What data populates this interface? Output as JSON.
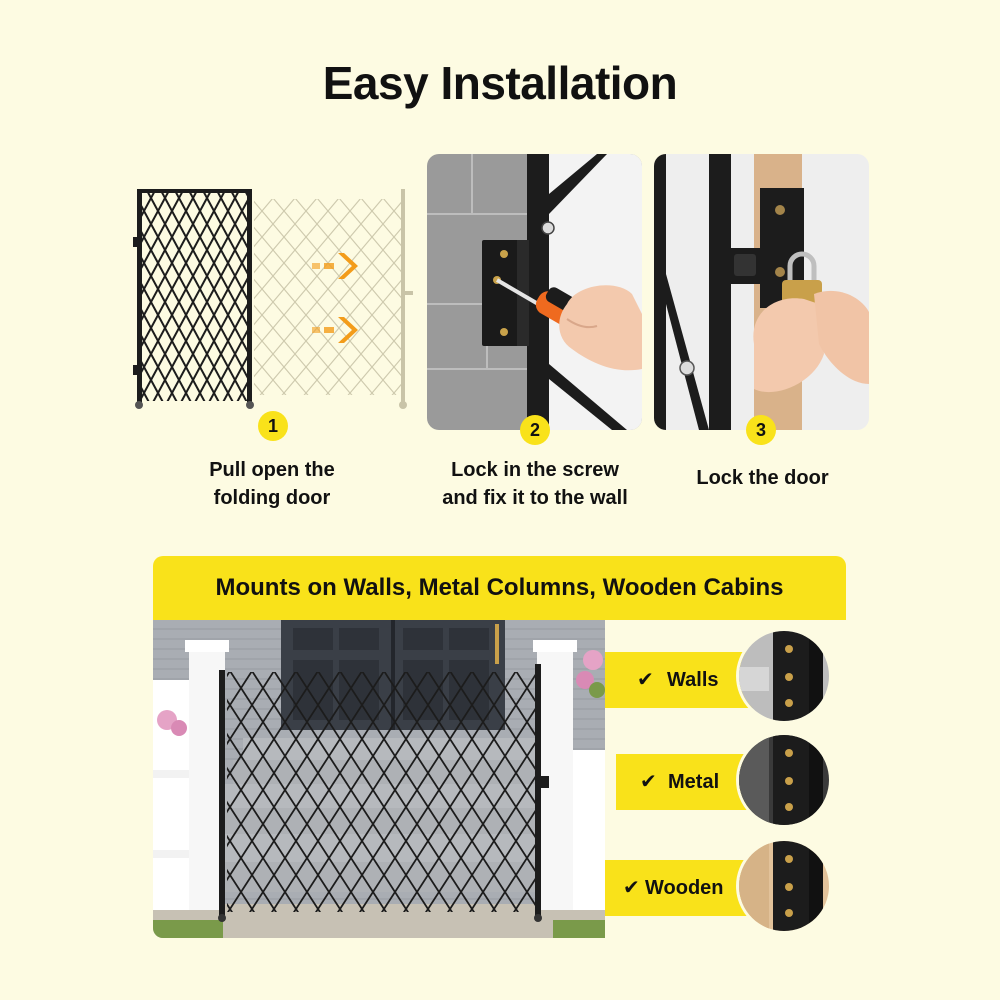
{
  "title": "Easy Installation",
  "steps": [
    {
      "number": "1",
      "line1": "Pull open the",
      "line2": "folding door"
    },
    {
      "number": "2",
      "line1": "Lock in the screw",
      "line2": "and fix it to the wall"
    },
    {
      "number": "3",
      "line1": "Lock the door",
      "line2": ""
    }
  ],
  "banner": "Mounts on Walls, Metal Columns, Wooden Cabins",
  "mounts": [
    {
      "check": "✔",
      "label": "Walls"
    },
    {
      "check": "✔",
      "label": "Metal"
    },
    {
      "check": "✔",
      "label": "Wooden"
    }
  ],
  "colors": {
    "accent": "#f9e21a",
    "background": "#fdfbe2",
    "gate": "#1c1c1c",
    "arrow": "#f39c1a"
  }
}
